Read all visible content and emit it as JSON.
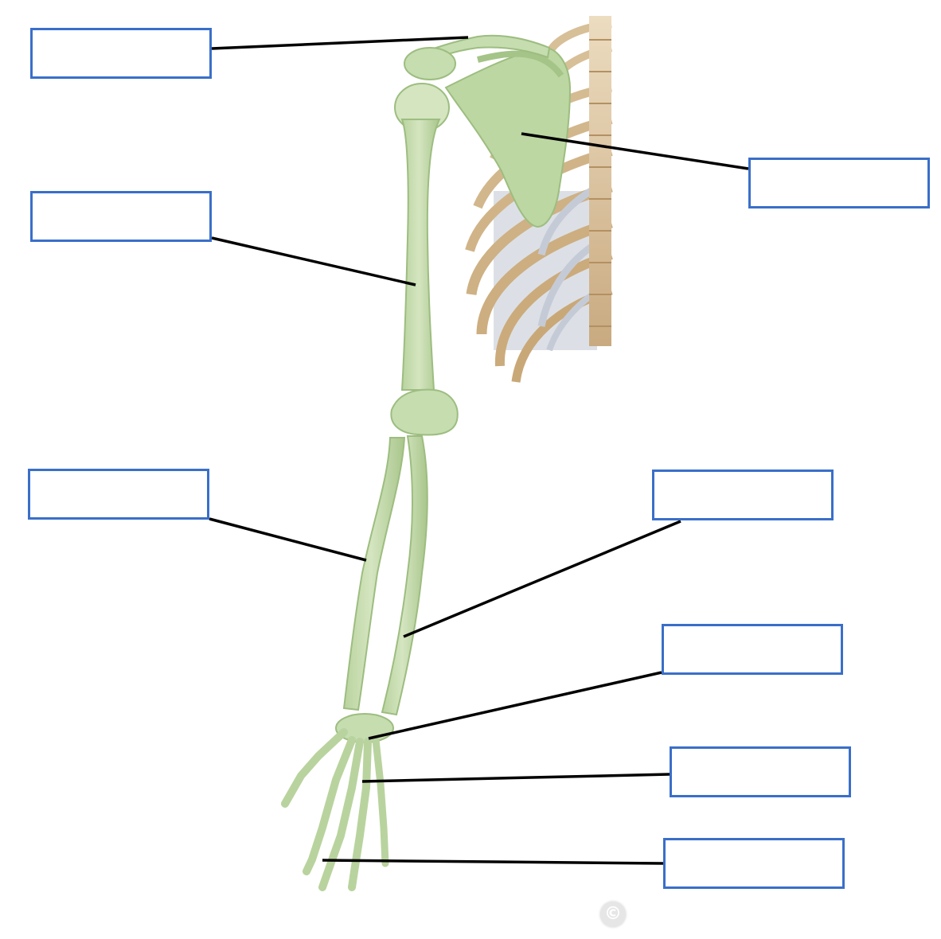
{
  "diagram": {
    "labels": [
      {
        "id": "clavicle",
        "text": ""
      },
      {
        "id": "humerus",
        "text": ""
      },
      {
        "id": "radius",
        "text": ""
      },
      {
        "id": "scapula",
        "text": ""
      },
      {
        "id": "ulna",
        "text": ""
      },
      {
        "id": "carpals",
        "text": ""
      },
      {
        "id": "metacarpals",
        "text": ""
      },
      {
        "id": "phalanges",
        "text": ""
      }
    ],
    "copyright_symbol": "©",
    "colors": {
      "bone_green": "#c8dcb2",
      "bone_green_shade": "#a7c58a",
      "rib_tan": "#e2cfb0",
      "rib_shade": "#b99a72",
      "cartilage_gray": "#c5cbd6",
      "box_border": "#3a6fc9",
      "leader_line": "#000000"
    }
  }
}
